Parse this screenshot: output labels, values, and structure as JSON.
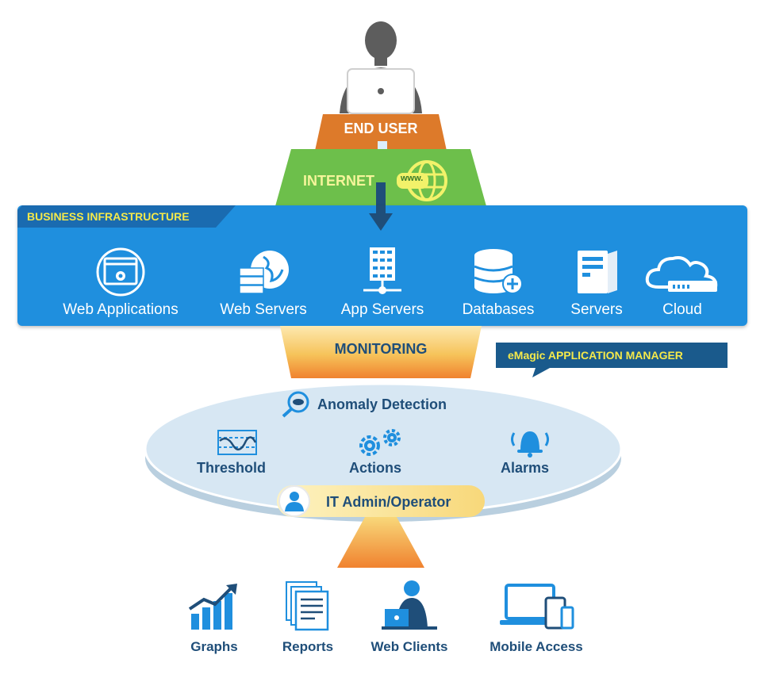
{
  "end_user": {
    "label": "END USER"
  },
  "internet": {
    "label": "INTERNET",
    "globe_text": "www."
  },
  "infrastructure": {
    "title": "BUSINESS INFRASTRUCTURE",
    "items": [
      {
        "label": "Web Applications",
        "icon": "web-application-icon"
      },
      {
        "label": "Web Servers",
        "icon": "web-server-globe-icon"
      },
      {
        "label": "App Servers",
        "icon": "app-server-rack-icon"
      },
      {
        "label": "Databases",
        "icon": "database-add-icon"
      },
      {
        "label": "Servers",
        "icon": "server-tower-icon"
      },
      {
        "label": "Cloud",
        "icon": "cloud-icon"
      }
    ]
  },
  "monitoring": {
    "label": "MONITORING"
  },
  "product": {
    "label": "eMagic APPLICATION MANAGER"
  },
  "manager": {
    "anomaly": "Anomaly Detection",
    "threshold": "Threshold",
    "actions": "Actions",
    "alarms": "Alarms",
    "admin": "IT Admin/Operator"
  },
  "outputs": [
    {
      "label": "Graphs",
      "icon": "graph-icon"
    },
    {
      "label": "Reports",
      "icon": "reports-icon"
    },
    {
      "label": "Web Clients",
      "icon": "web-client-icon"
    },
    {
      "label": "Mobile Access",
      "icon": "mobile-access-icon"
    }
  ],
  "colors": {
    "end_user_orange": "#dd7a2a",
    "internet_green": "#6dbf4b",
    "infra_blue": "#1f8fde",
    "title_yellow": "#f5e94a",
    "navy": "#1f4e79",
    "monitoring_gold": "#f6cf6a",
    "ellipse": "#d7e7f3",
    "funnel_orange": "#f0822f"
  }
}
